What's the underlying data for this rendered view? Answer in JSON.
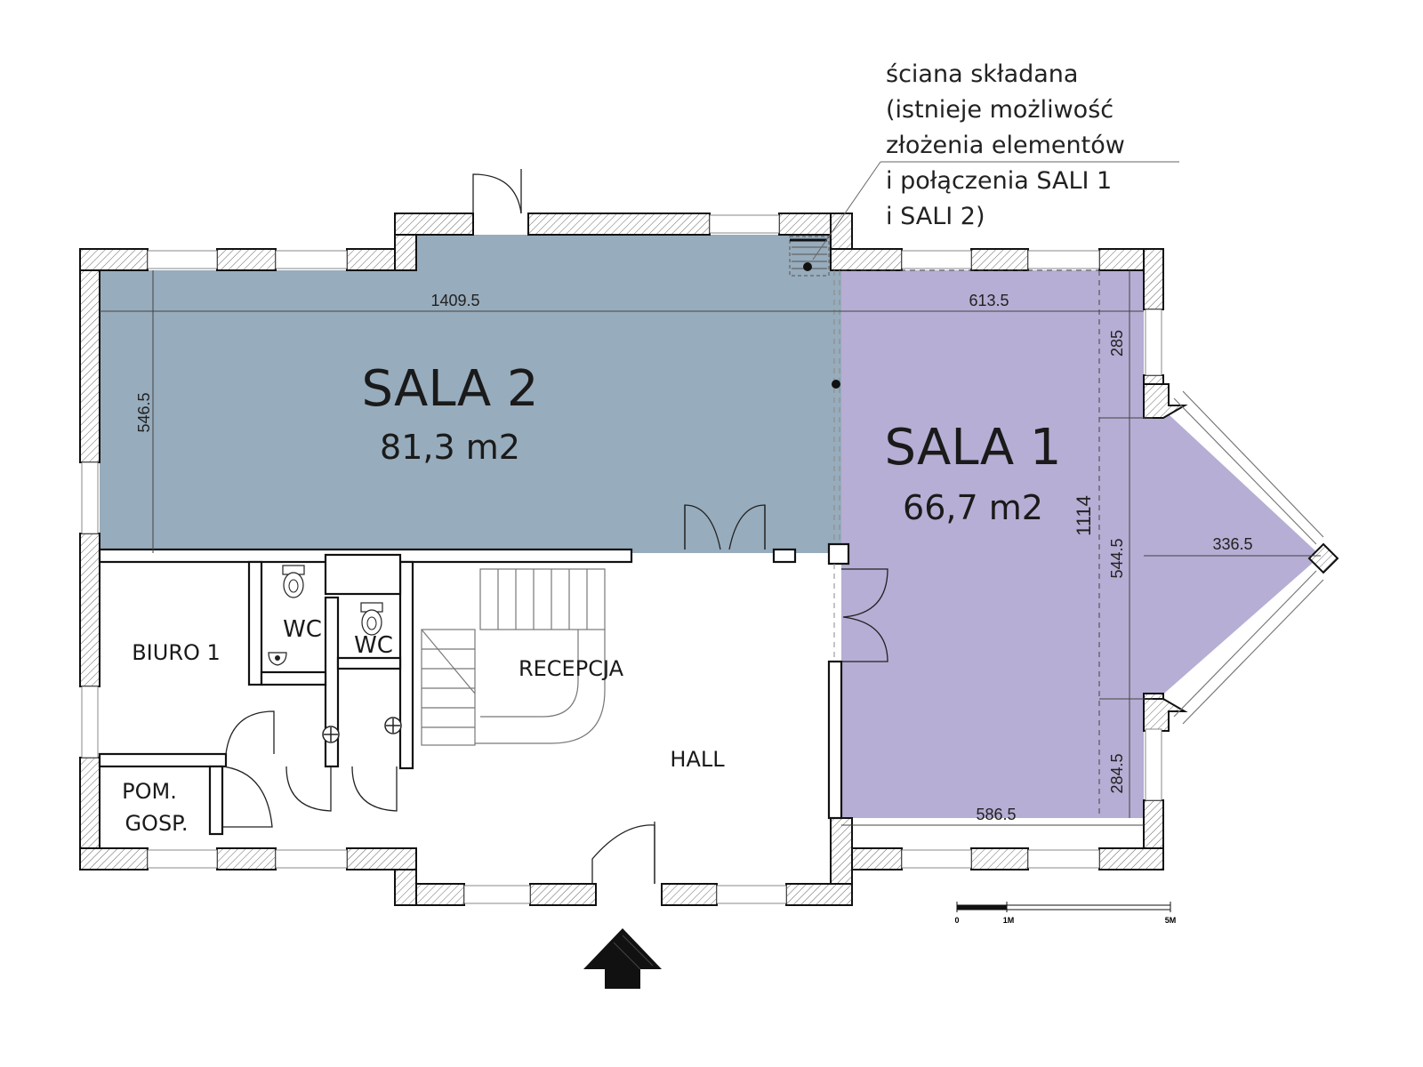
{
  "rooms": {
    "sala2": {
      "name": "SALA 2",
      "area": "81,3 m2",
      "fill": "#97acbc"
    },
    "sala1": {
      "name": "SALA 1",
      "area": "66,7 m2",
      "fill": "#b6aed4"
    },
    "biuro1": "BIURO 1",
    "wc1": "WC",
    "wc2": "WC",
    "recepcja": "RECEPCJA",
    "hall": "HALL",
    "pom_line1": "POM.",
    "pom_line2": "GOSP."
  },
  "dimensions": {
    "sala2_width": "1409.5",
    "sala2_depth": "546.5",
    "sala1_width_top": "613.5",
    "sala1_width_bottom": "586.5",
    "sala1_depth": "1114",
    "east_top": "285",
    "east_mid": "544.5",
    "east_bottom": "284.5",
    "bay_depth": "336.5"
  },
  "note": {
    "line1": "ściana składana",
    "line2": "(istnieje możliwość",
    "line3": "złożenia elementów",
    "line4": "i połączenia SALI 1",
    "line5": "i SALI 2)"
  },
  "scale_bar": {
    "label_0": "0",
    "label_1m": "1M",
    "label_5m": "5M"
  },
  "icons": {
    "entrance": "entrance-arrow-icon",
    "toilet": "toilet-icon",
    "sink": "sink-icon"
  }
}
